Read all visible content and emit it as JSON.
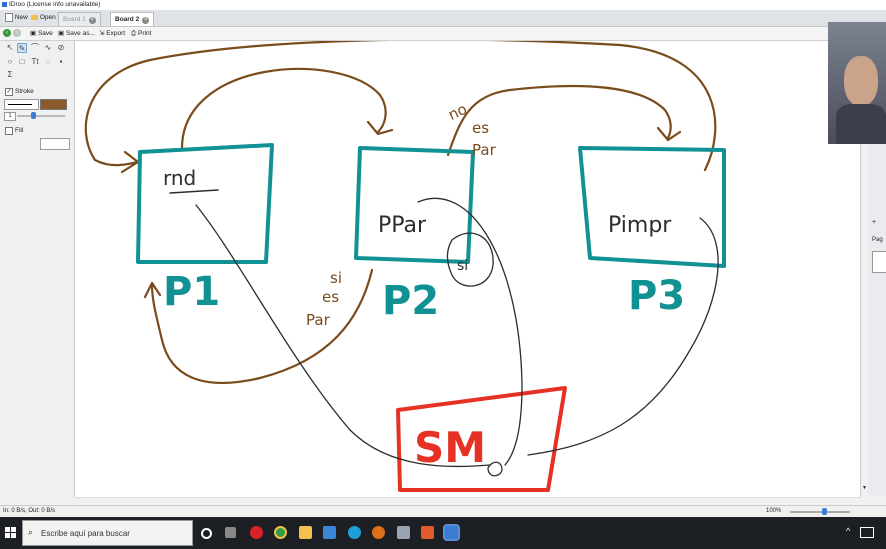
{
  "window": {
    "title": "IDroo (License info unavailable)"
  },
  "toolbar_top": {
    "new": "New",
    "open": "Open"
  },
  "tabs": [
    {
      "label": "Board 1"
    },
    {
      "label": "Board 2"
    }
  ],
  "toolbar": {
    "save": "Save",
    "save_as": "Save as...",
    "export": "Export",
    "print": "Print"
  },
  "left_panel": {
    "stroke_label": "Stroke",
    "stroke_color": "#8a5a2b",
    "stroke_width": "1",
    "fill_label": "Fill"
  },
  "board": {
    "boxes": [
      {
        "label": "P1",
        "content": "rnd"
      },
      {
        "label": "P2",
        "content": "PPar"
      },
      {
        "label": "P3",
        "content": "Pimpr"
      }
    ],
    "sm_label": "SM",
    "annotations": {
      "no": "no",
      "es_top": "es",
      "par_top": "Par",
      "si": "si",
      "es": "es",
      "par": "Par",
      "si_circle": "si"
    },
    "colors": {
      "teal": "#129194",
      "brown": "#7a4b1c",
      "red": "#e53224",
      "dark": "#2d2d2d"
    }
  },
  "right_panel": {
    "label": "Pag"
  },
  "status": {
    "net": "In: 0 B/s, Out: 0 B/s",
    "zoom": "100%"
  },
  "taskbar": {
    "search_placeholder": "Escribe aquí para buscar"
  }
}
